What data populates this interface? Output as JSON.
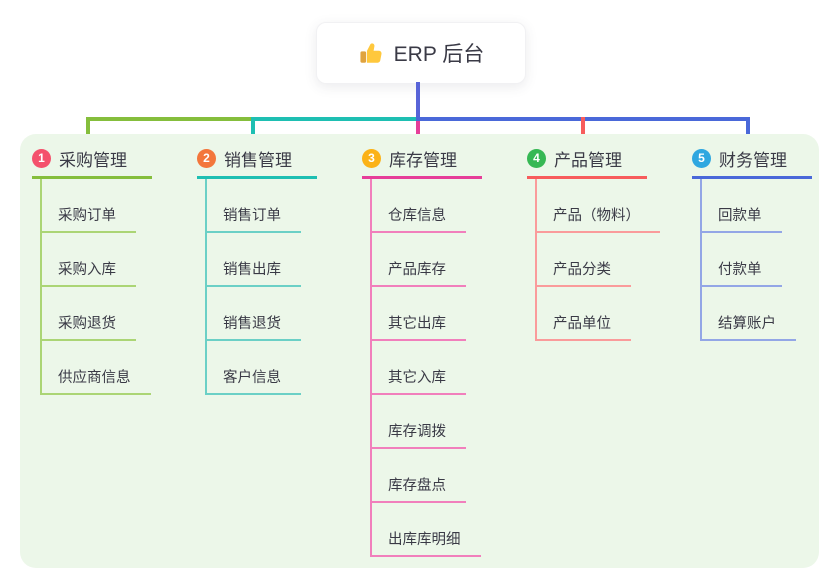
{
  "root": {
    "label": "ERP 后台",
    "icon": "thumbs-up-icon"
  },
  "colors": {
    "page_bg": "#FFFFFF",
    "panel_bg": "#ECF7E9",
    "root_card_bg": "#FFFFFF",
    "root_line": "#5864D8",
    "text": "#3A3A46",
    "thumb_yellow": "#FFC83D",
    "thumb_cuff": "#E0A33E"
  },
  "branches": [
    {
      "number": "1",
      "label": "采购管理",
      "badge_color": "#F4516C",
      "line_color": "#85BE3C",
      "child_line_color": "#ABD575",
      "children": [
        "采购订单",
        "采购入库",
        "采购退货",
        "供应商信息"
      ]
    },
    {
      "number": "2",
      "label": "销售管理",
      "badge_color": "#F3763B",
      "line_color": "#1EBFB2",
      "child_line_color": "#6BD0C6",
      "children": [
        "销售订单",
        "销售出库",
        "销售退货",
        "客户信息"
      ]
    },
    {
      "number": "3",
      "label": "库存管理",
      "badge_color": "#FBB217",
      "line_color": "#E63E99",
      "child_line_color": "#F17FBC",
      "children": [
        "仓库信息",
        "产品库存",
        "其它出库",
        "其它入库",
        "库存调拨",
        "库存盘点",
        "出库库明细"
      ]
    },
    {
      "number": "4",
      "label": "产品管理",
      "badge_color": "#36B854",
      "line_color": "#F75C5C",
      "child_line_color": "#FA9B9B",
      "children": [
        "产品（物料）",
        "产品分类",
        "产品单位"
      ]
    },
    {
      "number": "5",
      "label": "财务管理",
      "badge_color": "#2FA7E0",
      "line_color": "#4A68D9",
      "child_line_color": "#93A6E6",
      "children": [
        "回款单",
        "付款单",
        "结算账户"
      ]
    }
  ]
}
